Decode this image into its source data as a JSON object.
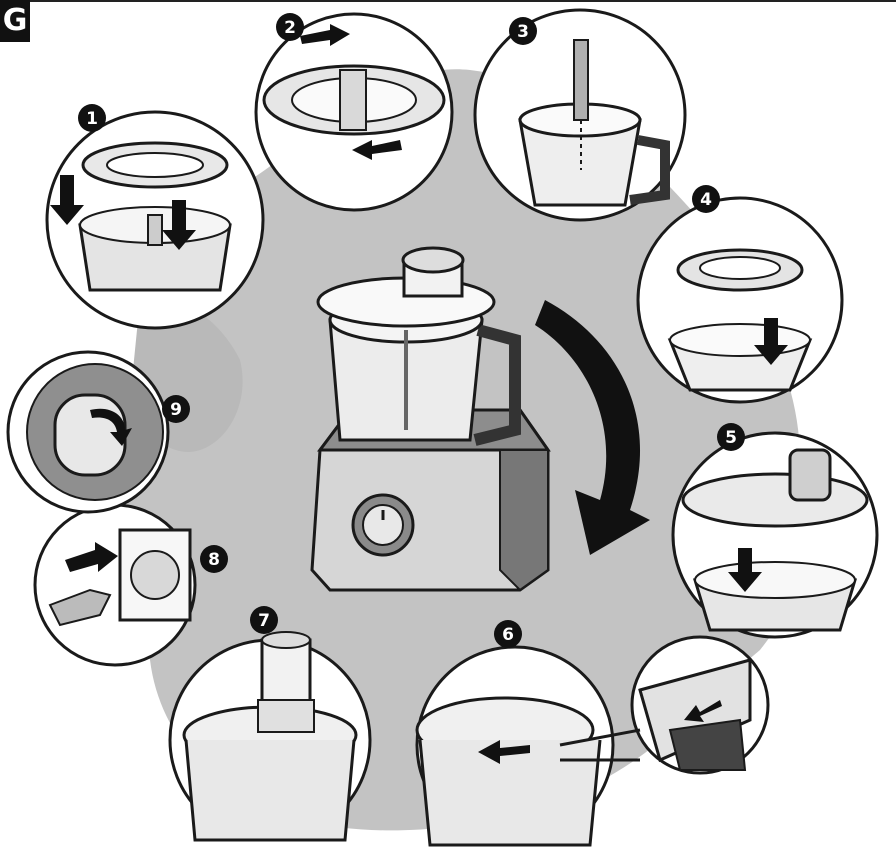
{
  "section": {
    "label": "G"
  },
  "steps": [
    {
      "number": "1",
      "name": "assemble-disc-step"
    },
    {
      "number": "2",
      "name": "lock-disc-step"
    },
    {
      "number": "3",
      "name": "insert-drive-shaft-step"
    },
    {
      "number": "4",
      "name": "place-filter-step"
    },
    {
      "number": "5",
      "name": "fit-lid-step"
    },
    {
      "number": "6",
      "name": "turn-lid-step"
    },
    {
      "number": "7",
      "name": "insert-pusher-step"
    },
    {
      "number": "8",
      "name": "plug-in-step"
    },
    {
      "number": "9",
      "name": "switch-on-step"
    }
  ],
  "colors": {
    "line": "#1a1a1a",
    "shade": "#cfcfcf",
    "dark": "#4a4a4a",
    "splash": "#b5b5b5"
  }
}
